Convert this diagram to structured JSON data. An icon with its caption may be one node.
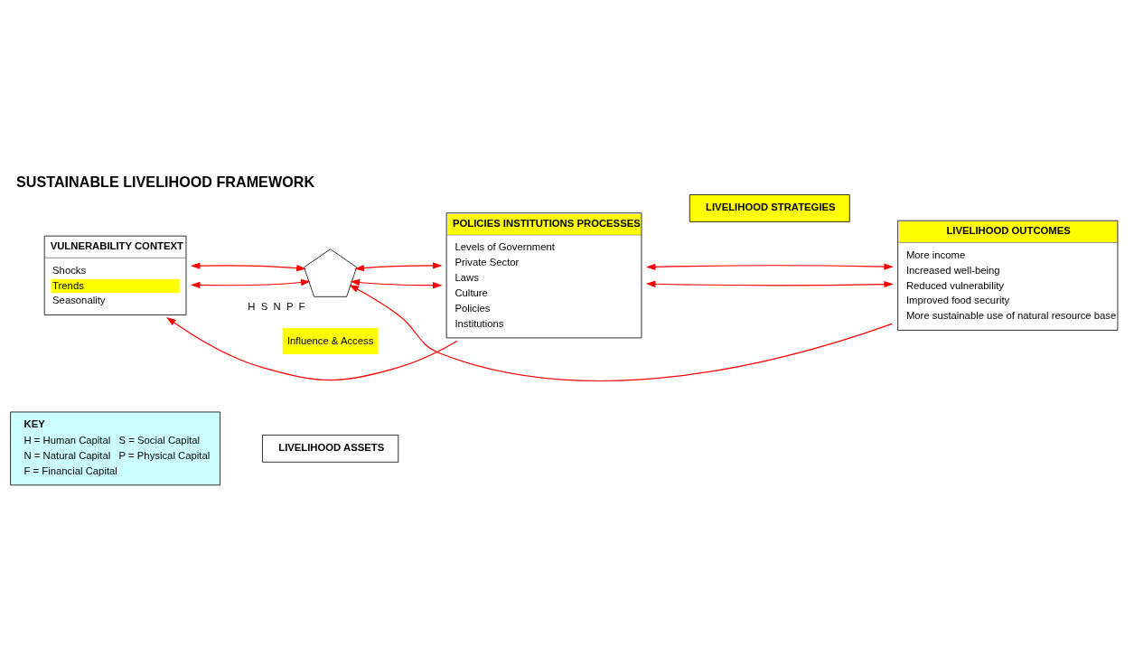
{
  "diagram": {
    "title": "SUSTAINABLE LIVELIHOOD FRAMEWORK",
    "nodes": [
      {
        "text": [
          "KEY",
          "H = Human Capital",
          "S = Social Capital",
          "N = Natural Capital",
          "P = Physical Capital",
          "F = Financial Capital"
        ]
      },
      {
        "text": [
          "LIVELIHOOD ASSETS"
        ]
      },
      {
        "text": [
          "VULNERABILITY CONTEXT",
          "Shocks",
          "Trends",
          "Seasonality"
        ]
      },
      {
        "text": [],
        "shape": "pentagon",
        "beside": [
          "H",
          "S",
          "N",
          "P",
          "F"
        ]
      },
      {
        "text": [
          "POLICIES INSTITUTIONS PROCESSES",
          "Levels of Government",
          "Private Sector",
          "Laws",
          "Culture",
          "Policies",
          "Institutions"
        ]
      },
      {
        "text": [
          "LIVELIHOOD STRATEGIES"
        ]
      },
      {
        "text": [
          "LIVELIHOOD OUTCOMES",
          "More income",
          "Increased well-being",
          "Reduced vulnerability",
          "Improved food security",
          "More sustainable use of natural resource base"
        ]
      }
    ],
    "edges": [
      {
        "from": 4,
        "to": 2,
        "arrow": "to"
      },
      {
        "from": 2,
        "to": 3,
        "arrow": "both"
      },
      {
        "from": 3,
        "to": 4,
        "arrow": "both"
      },
      {
        "from": 2,
        "to": 3,
        "arrow": "both"
      },
      {
        "from": 3,
        "to": 4,
        "arrow": "both"
      },
      {
        "from": 4,
        "to": 6,
        "arrow": "both"
      },
      {
        "from": 4,
        "to": 6,
        "arrow": "both"
      },
      {
        "from": 6,
        "to": 3,
        "arrow": "to"
      }
    ],
    "labels": [
      "Influence & Access"
    ]
  }
}
